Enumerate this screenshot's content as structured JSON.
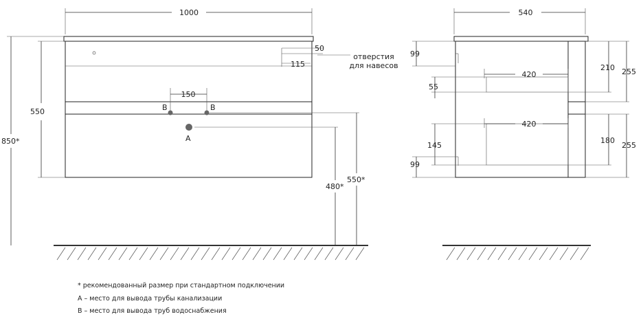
{
  "front": {
    "width": "1000",
    "height_total": "850*",
    "body_height": "550",
    "hole_offset_v": "50",
    "hole_offset_h": "115",
    "holes_label": "отверстия\nдля навесов",
    "pipe_spacing": "150",
    "pipe_b_left": "B",
    "pipe_b_right": "B",
    "pipe_a": "A",
    "height_480": "480*",
    "height_550": "550*"
  },
  "side": {
    "depth": "540",
    "offset_top": "99",
    "drawer_top_depth": "420",
    "drawer_top_gap": "55",
    "drawer_top_inner": "210",
    "drawer_top_height": "255",
    "drawer_bot_depth": "420",
    "drawer_bot_inner": "180",
    "drawer_bot_height": "255",
    "offset_145": "145",
    "offset_bottom": "99"
  },
  "legend": {
    "line1": "* рекомендованный размер при стандартном подключении",
    "line2": "A – место для вывода трубы канализации",
    "line3": "B – место для вывода труб водоснабжения"
  }
}
